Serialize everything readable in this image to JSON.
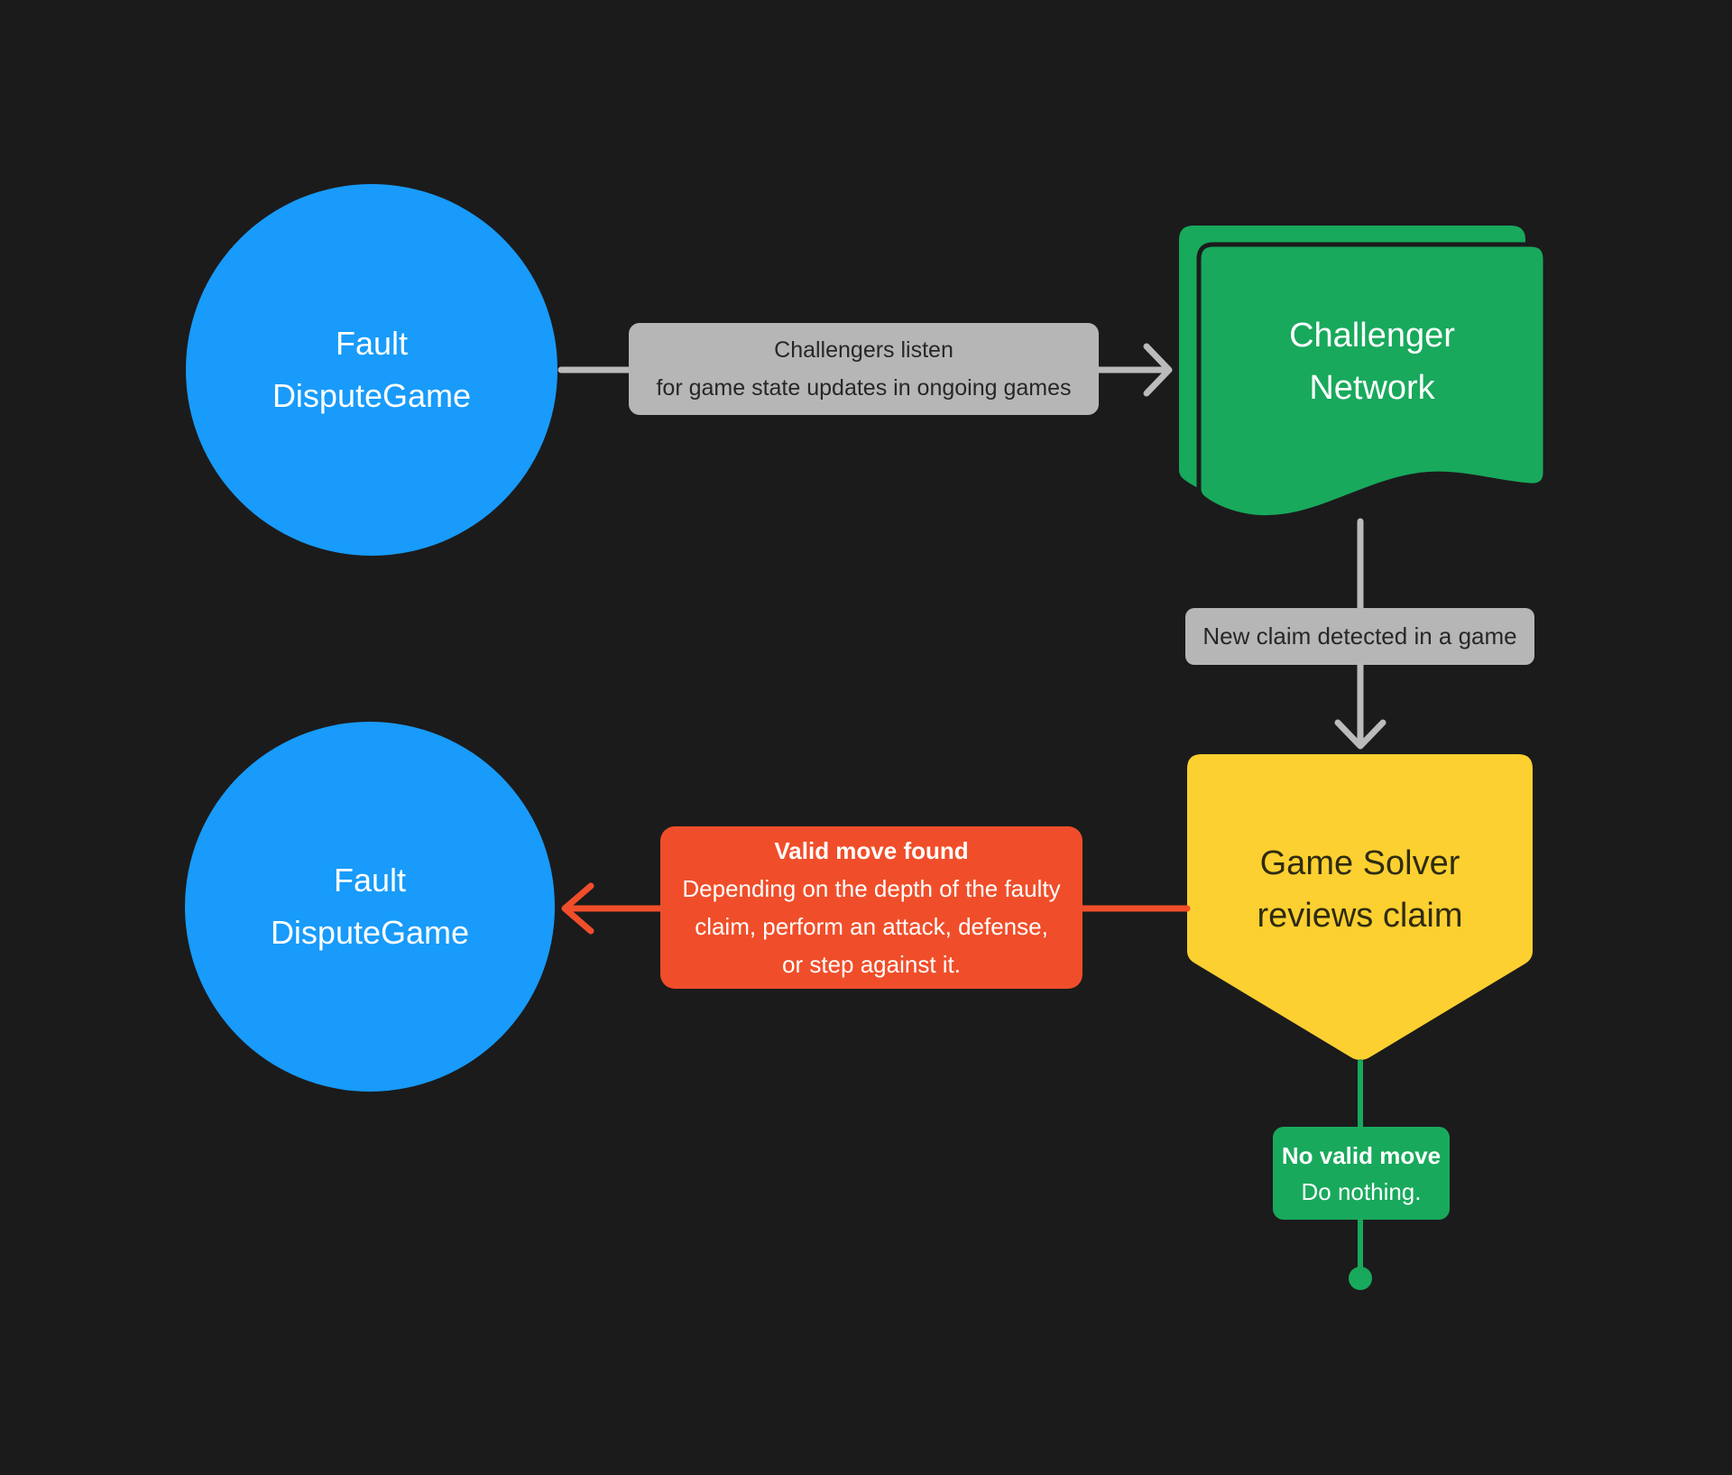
{
  "diagram": {
    "type": "flowchart",
    "theme": "dark",
    "colors": {
      "background": "#1B1B1C",
      "node_blue": "#189BFA",
      "node_green": "#18A95C",
      "node_yellow": "#FCD030",
      "alert_red": "#F04E2A",
      "label_gray": "#B6B6B6",
      "arrow_gray": "#BBBBBB",
      "text_on_gray": "#272727",
      "text_on_yellow": "#2F2B10",
      "text_light": "#FFFFFF"
    },
    "nodes": {
      "fault_dispute_game_top": {
        "shape": "circle",
        "line1": "Fault",
        "line2": "DisputeGame"
      },
      "challenger_network": {
        "shape": "document-stack",
        "line1": "Challenger",
        "line2": "Network"
      },
      "game_solver": {
        "shape": "down-pentagon",
        "line1": "Game Solver",
        "line2": "reviews claim"
      },
      "fault_dispute_game_bottom": {
        "shape": "circle",
        "line1": "Fault",
        "line2": "DisputeGame"
      }
    },
    "edges": {
      "listen": {
        "from": "fault_dispute_game_top",
        "to": "challenger_network",
        "line1": "Challengers listen",
        "line2": "for game state updates in ongoing games"
      },
      "new_claim": {
        "from": "challenger_network",
        "to": "game_solver",
        "text": "New claim detected in a game"
      },
      "valid_move": {
        "from": "game_solver",
        "to": "fault_dispute_game_bottom",
        "title": "Valid move found",
        "line1": "Depending on the depth of the faulty",
        "line2": "claim, perform an attack, defense,",
        "line3": "or step against it."
      },
      "no_valid_move": {
        "from": "game_solver",
        "to": "terminal-dot",
        "title": "No valid move",
        "body": "Do nothing."
      }
    }
  }
}
